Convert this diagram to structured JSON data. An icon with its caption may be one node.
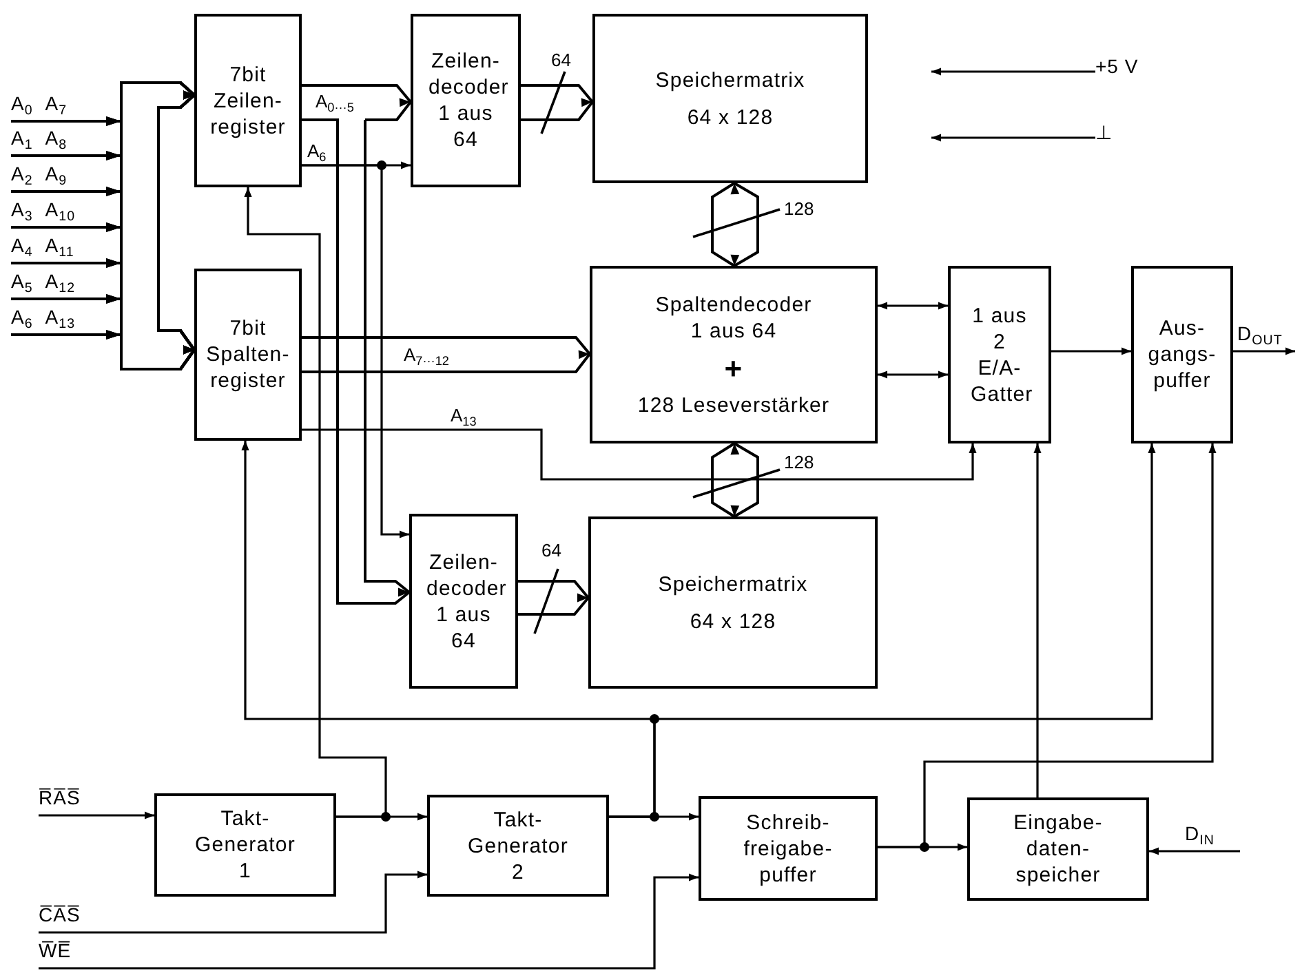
{
  "diagram": {
    "nodes": [
      {
        "text": [
          "7bit Zeilen- register"
        ]
      },
      {
        "text": [
          "7bit Spalten- register"
        ]
      },
      {
        "text": [
          "Zeilen- decoder 1 aus 64"
        ]
      },
      {
        "text": [
          "Speichermatrix",
          "64 x 128"
        ]
      },
      {
        "text": [
          "Spaltendecoder 1 aus 64",
          "+",
          "128 Leseverstärker"
        ]
      },
      {
        "text": [
          "1 aus 2 E/A- Gatter"
        ]
      },
      {
        "text": [
          "Aus- gangs- puffer"
        ]
      },
      {
        "text": [
          "Zeilen- decoder 1 aus 64"
        ]
      },
      {
        "text": [
          "Speichermatrix",
          "64 x 128"
        ]
      },
      {
        "text": [
          "Takt- Generator 1"
        ]
      },
      {
        "text": [
          "Takt- Generator 2"
        ]
      },
      {
        "text": [
          "Schreib- freigabe- puffer"
        ]
      },
      {
        "text": [
          "Eingabe- daten- speicher"
        ]
      },
      {
        "text": [
          "A$_{0}$",
          "A$_{7}$"
        ]
      },
      {
        "text": [
          "A$_{1}$",
          "A$_{8}$"
        ]
      },
      {
        "text": [
          "A$_{2}$",
          "A$_{9}$"
        ]
      },
      {
        "text": [
          "A$_{3}$",
          "A$_{10}$"
        ]
      },
      {
        "text": [
          "A$_{4}$",
          "A$_{11}$"
        ]
      },
      {
        "text": [
          "A$_{5}$",
          "A$_{12}$"
        ]
      },
      {
        "text": [
          "A$_{6}$",
          "A$_{13}$"
        ]
      },
      {
        "text": [
          "R̅A̅S̅"
        ]
      },
      {
        "text": [
          "C̅A̅S̅"
        ]
      },
      {
        "text": [
          "W̅E̅"
        ]
      },
      {
        "text": [
          "D$_{OUT}$"
        ]
      },
      {
        "text": [
          "D$_{IN}$"
        ]
      },
      {
        "text": [
          "+5 V"
        ]
      },
      {
        "text": [
          "⊥"
        ]
      }
    ],
    "edges": [
      {
        "from": 13,
        "to": 0,
        "arrow": "to"
      },
      {
        "from": 14,
        "to": 0,
        "arrow": "to"
      },
      {
        "from": 15,
        "to": 0,
        "arrow": "to"
      },
      {
        "from": 16,
        "to": 0,
        "arrow": "to"
      },
      {
        "from": 17,
        "to": 0,
        "arrow": "to"
      },
      {
        "from": 18,
        "to": 0,
        "arrow": "to"
      },
      {
        "from": 19,
        "to": 0,
        "arrow": "to"
      },
      {
        "from": 13,
        "to": 1,
        "arrow": "to"
      },
      {
        "from": 14,
        "to": 1,
        "arrow": "to"
      },
      {
        "from": 15,
        "to": 1,
        "arrow": "to"
      },
      {
        "from": 16,
        "to": 1,
        "arrow": "to"
      },
      {
        "from": 17,
        "to": 1,
        "arrow": "to"
      },
      {
        "from": 18,
        "to": 1,
        "arrow": "to"
      },
      {
        "from": 19,
        "to": 1,
        "arrow": "to"
      },
      {
        "from": 0,
        "to": 2,
        "arrow": "to",
        "label": "A$_{0···5}$"
      },
      {
        "from": 0,
        "to": 7,
        "arrow": "to"
      },
      {
        "from": 0,
        "to": 2,
        "arrow": "to",
        "label": "A$_{6}$"
      },
      {
        "from": 0,
        "to": 7,
        "arrow": "to"
      },
      {
        "from": 1,
        "to": 4,
        "arrow": "to",
        "label": "A$_{7···12}$"
      },
      {
        "from": 1,
        "to": 5,
        "arrow": "to",
        "label": "A$_{13}$"
      },
      {
        "from": 2,
        "to": 3,
        "arrow": "to",
        "label": "64"
      },
      {
        "from": 3,
        "to": 4,
        "arrow": "both",
        "label": "128"
      },
      {
        "from": 4,
        "to": 8,
        "arrow": "both",
        "label": "128"
      },
      {
        "from": 7,
        "to": 8,
        "arrow": "to",
        "label": "64"
      },
      {
        "from": 4,
        "to": 5,
        "arrow": "both"
      },
      {
        "from": 4,
        "to": 5,
        "arrow": "both"
      },
      {
        "from": 5,
        "to": 6,
        "arrow": "to"
      },
      {
        "from": 6,
        "to": 23,
        "arrow": "to"
      },
      {
        "from": 20,
        "to": 9,
        "arrow": "to"
      },
      {
        "from": 9,
        "to": 10,
        "arrow": "to"
      },
      {
        "from": 9,
        "to": 0,
        "arrow": "to"
      },
      {
        "from": 21,
        "to": 10,
        "arrow": "to"
      },
      {
        "from": 10,
        "to": 11,
        "arrow": "to"
      },
      {
        "from": 10,
        "to": 1,
        "arrow": "to"
      },
      {
        "from": 10,
        "to": 6,
        "arrow": "to"
      },
      {
        "from": 22,
        "to": 11,
        "arrow": "to"
      },
      {
        "from": 11,
        "to": 12,
        "arrow": "to"
      },
      {
        "from": 11,
        "to": 6,
        "arrow": "to"
      },
      {
        "from": 12,
        "to": 5,
        "arrow": "to"
      },
      {
        "from": 24,
        "to": 12,
        "arrow": "to"
      },
      {
        "from": 25,
        "to": null,
        "arrow": "to"
      },
      {
        "from": 26,
        "to": null,
        "arrow": "to"
      }
    ]
  }
}
